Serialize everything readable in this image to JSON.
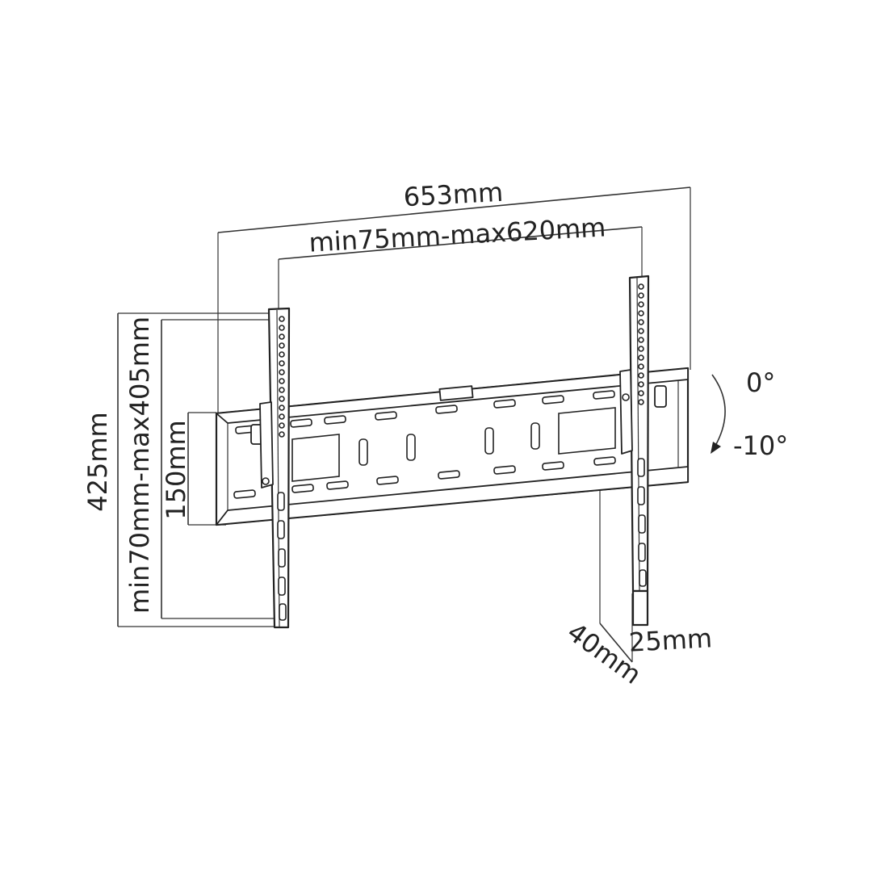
{
  "dimensions": {
    "overall_width": "653mm",
    "vesa_horizontal": "min75mm-max620mm",
    "overall_height": "425mm",
    "vesa_vertical": "min70mm-max405mm",
    "plate_height": "150mm",
    "wall_depth": "40mm",
    "arm_depth": "25mm"
  },
  "tilt": {
    "upper": "0°",
    "lower": "-10°"
  },
  "colors": {
    "line": "#222222",
    "background": "#ffffff"
  }
}
